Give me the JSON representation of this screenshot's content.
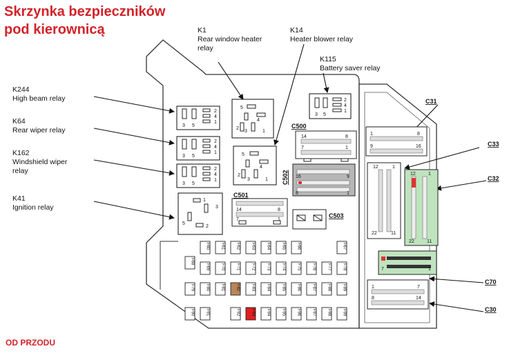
{
  "title_line1": "Skrzynka bezpieczników",
  "title_line2": "pod kierownicą",
  "footer": "OD PRZODU",
  "relays": {
    "k1": {
      "id": "K1",
      "name_line1": "Rear window heater",
      "name_line2": "relay"
    },
    "k14": {
      "id": "K14",
      "name": "Heater blower relay"
    },
    "k115": {
      "id": "K115",
      "name": "Battery saver relay"
    },
    "k244": {
      "id": "K244",
      "name": "High beam relay"
    },
    "k64": {
      "id": "K64",
      "name": "Rear wiper relay"
    },
    "k162": {
      "id": "K162",
      "name_line1": "Windshield wiper",
      "name_line2": "relay"
    },
    "k41": {
      "id": "K41",
      "name": "Ignition relay"
    }
  },
  "connectors": {
    "c500": "C500",
    "c501": "C501",
    "c502": "C502",
    "c503": "C503",
    "c31": "C31",
    "c32": "C32",
    "c33": "C33",
    "c70": "C70",
    "c30": "C30"
  },
  "pin_labels": {
    "small_relay": [
      "2",
      "4",
      "1",
      "3",
      "5"
    ],
    "k1": [
      "5",
      "2",
      "4",
      "3",
      "1"
    ],
    "k14": [
      "5",
      "2",
      "4",
      "3",
      "1"
    ],
    "k41": [
      "1",
      "3",
      "5",
      "2"
    ],
    "c500": [
      "14",
      "8",
      "7",
      "1"
    ],
    "c501": [
      "14",
      "8",
      "7",
      "1"
    ],
    "c502": [
      "16",
      "9",
      "8",
      "1"
    ],
    "c31": [
      "1",
      "8",
      "9",
      "16"
    ],
    "c33": [
      "12",
      "1",
      "22",
      "11"
    ],
    "c32": [
      "12",
      "1",
      "22",
      "11"
    ],
    "c32_bottom": [
      "7",
      "1"
    ],
    "c70": [
      "1",
      "7",
      "8",
      "14"
    ]
  },
  "fuse_rows": [
    [
      "F60",
      "F61",
      "F62",
      "F63",
      "F64",
      "F65",
      "F66",
      "F67"
    ],
    [
      "F68",
      "F69",
      "F70",
      "F71",
      "F72",
      "F73",
      "F74",
      "F75",
      "F76",
      "F77",
      "F78"
    ],
    [
      "F79",
      "F80",
      "F81",
      "F82",
      "F83",
      "F84",
      "F85",
      "F86",
      "F87",
      "F88",
      "F89"
    ],
    [
      "F90",
      "F91",
      "F92",
      "F93",
      "F94",
      "F95",
      "F96",
      "F97",
      "F98",
      "F99"
    ]
  ],
  "highlight": {
    "brown": "F82",
    "red": "F93",
    "brown_color": "#b8865b",
    "red_color": "#e02020",
    "connector_green": "#bfe3bf",
    "title_red": "#d2232a"
  }
}
